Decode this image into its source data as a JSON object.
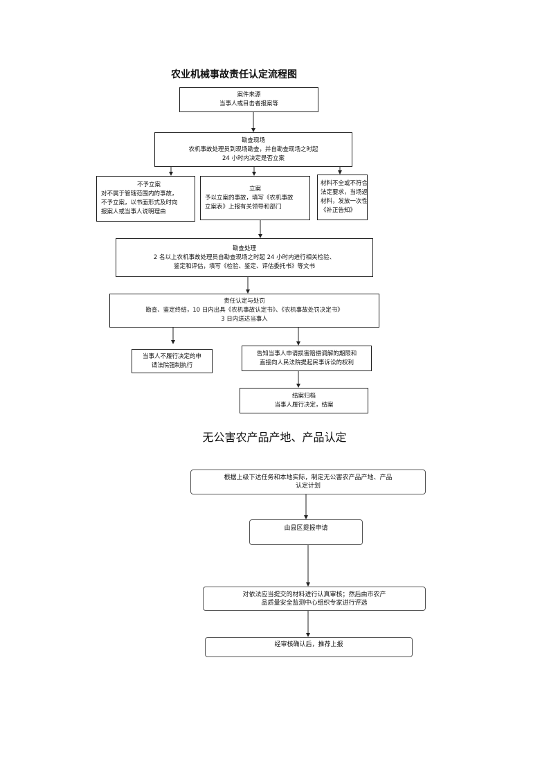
{
  "flowchart1": {
    "title": "农业机械事故责任认定流程图",
    "source": {
      "lines": [
        "案件来源",
        "当事人或目击者报案等"
      ]
    },
    "inspect": {
      "lines": [
        "勘查现场",
        "农机事故处理员到现场勘查，并自勘查现场之时起",
        "24 小时内决定是否立案"
      ]
    },
    "no_case": {
      "lines": [
        "不予立案",
        "对不属于管辖范围内的事故，",
        "不予立案，以书面形式及时向",
        "报案人或当事人说明理由"
      ]
    },
    "file_case": {
      "lines": [
        "立案",
        "予以立案的事故，填写《农机事故",
        "立案表》上报有关领导和部门"
      ]
    },
    "materials": {
      "lines": [
        "材料不全或不符合",
        "法定要求，当场返回",
        "材料，发放一次性",
        "《补正告知》"
      ]
    },
    "investigate": {
      "lines": [
        "勘查处理",
        "2 名以上农机事故处理员自勘查现场之时起 24 小时内进行相关检验、",
        "鉴定和评估，填写《检验、鉴定、评估委托书》等文书"
      ]
    },
    "determination": {
      "lines": [
        "责任认定与处罚",
        "勘查、鉴定终结，10 日内出具《农机事故认定书》、《农机事故处罚决定书》",
        "3 日内送达当事人"
      ]
    },
    "enforce": {
      "lines": [
        "当事人不履行决定的申",
        "请法院强制执行"
      ]
    },
    "notify": {
      "lines": [
        "告知当事人申请损害赔偿调解的期限和",
        "直接向人民法院提起民事诉讼的权利"
      ]
    },
    "close": {
      "lines": [
        "结案归档",
        "当事人履行决定，结案"
      ]
    }
  },
  "flowchart2": {
    "title": "无公害农产品产地、产品认定",
    "plan": {
      "lines": [
        "根据上级下达任务和本地实际，制定无公害农产品产地、产品",
        "认定计划"
      ]
    },
    "apply": {
      "lines": [
        "由县区提报申请"
      ]
    },
    "review": {
      "lines": [
        "对依法应当提交的材料进行认真审核；然后由市农产",
        "品质量安全监测中心组织专家进行评选"
      ]
    },
    "recommend": {
      "lines": [
        "经审核确认后，推荐上报"
      ]
    }
  }
}
